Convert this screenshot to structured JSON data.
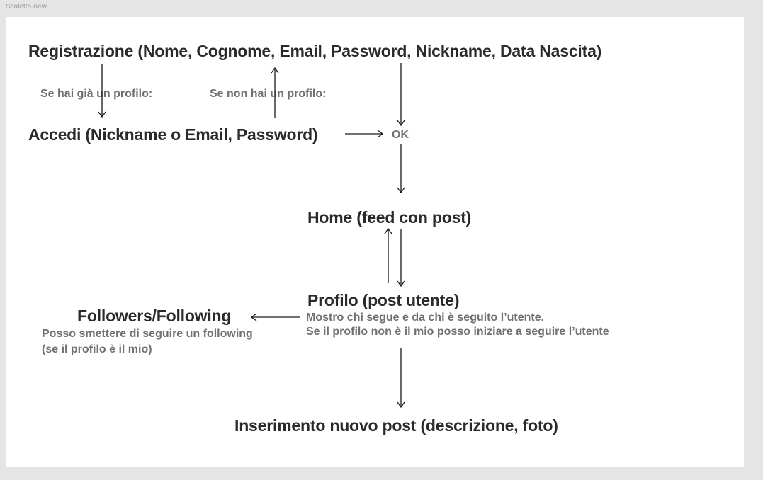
{
  "frame": {
    "label": "Scaletta-new"
  },
  "nodes": {
    "registrazione": "Registrazione (Nome, Cognome, Email, Password, Nickname, Data Nascita)",
    "accedi": "Accedi (Nickname o Email, Password)",
    "ok": "OK",
    "home": "Home (feed con post)",
    "profilo": "Profilo (post utente)",
    "followers": "Followers/Following",
    "inserimento": "Inserimento nuovo post (descrizione, foto)"
  },
  "labels": {
    "se_hai_profilo": "Se hai già un profilo:",
    "se_non_hai_profilo": "Se non hai un profilo:",
    "profilo_note_1": "Mostro chi segue e da chi è seguito l’utente.",
    "profilo_note_2": "Se il profilo non è il mio posso iniziare a seguire l’utente",
    "followers_note_1": "Posso smettere di seguire un following",
    "followers_note_2": "(se il profilo è il mio)"
  },
  "colors": {
    "canvas": "#e5e5e5",
    "frame": "#ffffff",
    "text": "#2a2a2a",
    "muted": "#707070"
  }
}
